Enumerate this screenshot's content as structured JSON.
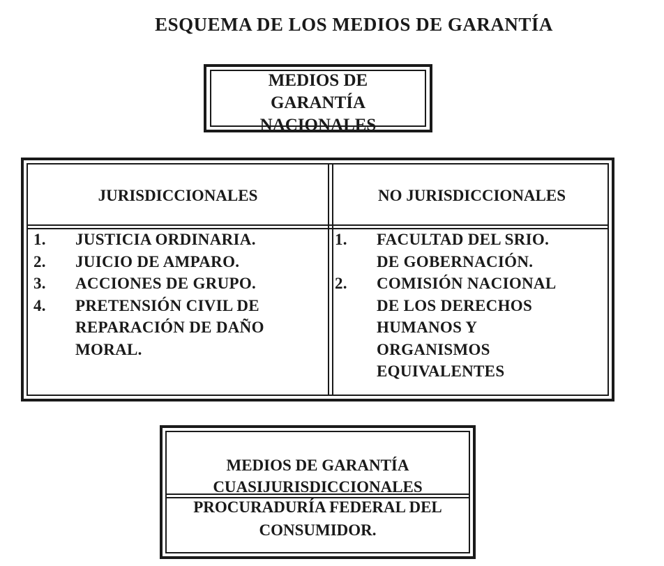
{
  "title": "ESQUEMA DE LOS MEDIOS DE GARANTÍA",
  "top_box": {
    "lines": [
      "MEDIOS DE",
      "GARANTÍA",
      "NACIONALES"
    ]
  },
  "middle_table": {
    "left": {
      "heading": "JURISDICCIONALES",
      "items": [
        {
          "num": "1.",
          "lines": [
            "JUSTICIA ORDINARIA."
          ]
        },
        {
          "num": "2.",
          "lines": [
            "JUICIO DE AMPARO."
          ]
        },
        {
          "num": "3.",
          "lines": [
            "ACCIONES DE GRUPO."
          ]
        },
        {
          "num": "4.",
          "lines": [
            "PRETENSIÓN CIVIL DE",
            "REPARACIÓN DE DAÑO",
            "MORAL."
          ]
        }
      ]
    },
    "right": {
      "heading": "NO JURISDICCIONALES",
      "items": [
        {
          "num": "1.",
          "lines": [
            "FACULTAD DEL SRIO.",
            "DE GOBERNACIÓN."
          ]
        },
        {
          "num": "2.",
          "lines": [
            "COMISIÓN NACIONAL",
            "DE LOS DERECHOS",
            "HUMANOS Y",
            "ORGANISMOS",
            "EQUIVALENTES"
          ]
        }
      ]
    }
  },
  "bottom_box": {
    "heading_lines": [
      "MEDIOS DE GARANTÍA",
      "CUASIJURISDICCIONALES"
    ],
    "body_lines": [
      "PROCURADURÍA FEDERAL DEL",
      "CONSUMIDOR."
    ]
  }
}
